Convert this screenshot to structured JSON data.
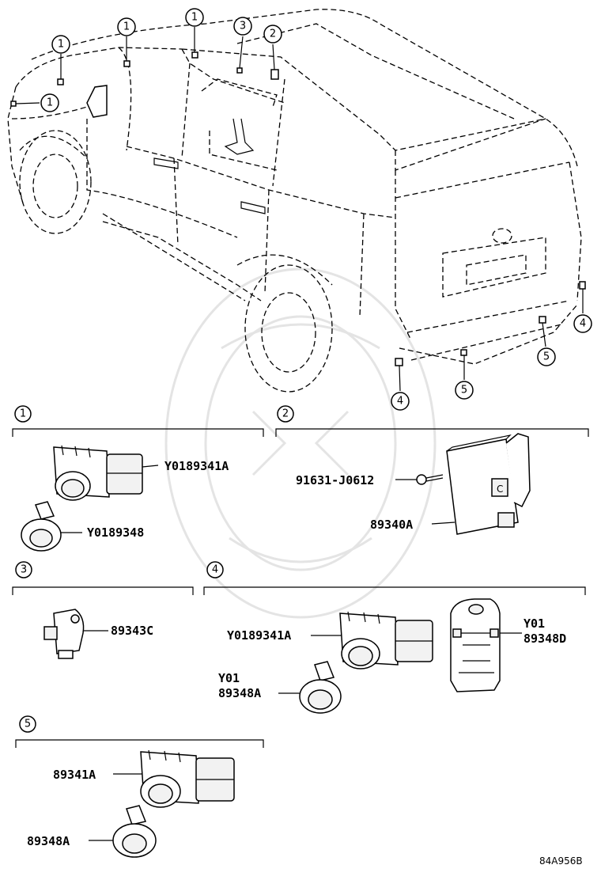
{
  "callouts": {
    "c1": "1",
    "c2": "2",
    "c3": "3",
    "c4": "4",
    "c5": "5"
  },
  "sections": {
    "s1": {
      "number": "1",
      "labels": [
        "Y0189341A",
        "Y0189348"
      ]
    },
    "s2": {
      "number": "2",
      "labels": [
        "91631-J0612",
        "89340A"
      ]
    },
    "s3": {
      "number": "3",
      "labels": [
        "89343C"
      ]
    },
    "s4": {
      "number": "4",
      "labels": [
        "Y0189341A",
        "Y01",
        "89348A",
        "Y01",
        "89348D"
      ]
    },
    "s5": {
      "number": "5",
      "labels": [
        "89341A",
        "89348A"
      ]
    }
  },
  "diagram_code": "84A956B"
}
